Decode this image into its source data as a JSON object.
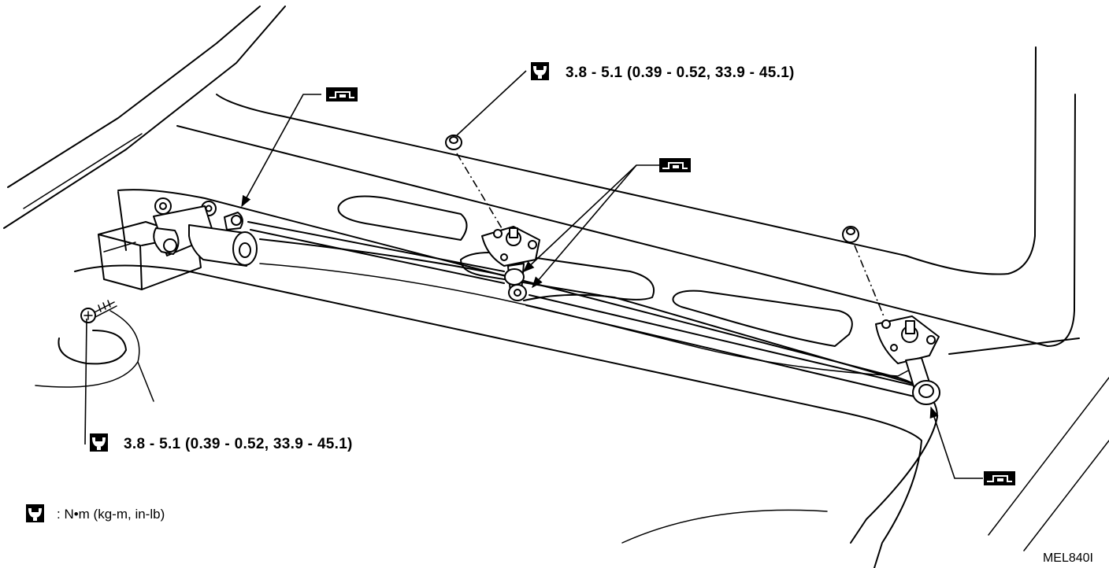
{
  "torque_labels": {
    "top": "3.8 - 5.1 (0.39 - 0.52, 33.9 - 45.1)",
    "bottom": "3.8 - 5.1 (0.39 - 0.52, 33.9 - 45.1)"
  },
  "legend": {
    "text": ": N•m (kg-m, in-lb)"
  },
  "diagram_code": "MEL840I",
  "icons": {
    "torque": "torque-wrench-icon",
    "grease": "grease-point-icon"
  },
  "colors": {
    "ink": "#000000",
    "paper": "#ffffff"
  }
}
